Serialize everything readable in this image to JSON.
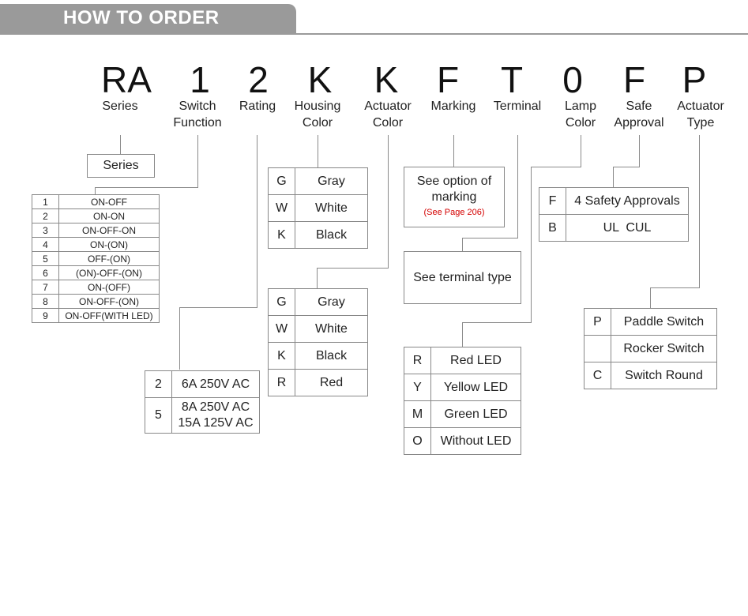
{
  "header": {
    "title": "HOW TO ORDER"
  },
  "codes": [
    "RA",
    "1",
    "2",
    "K",
    "K",
    "F",
    "T",
    "0",
    "F",
    "P"
  ],
  "labels": [
    "Series",
    "Switch\nFunction",
    "Rating",
    "Housing\nColor",
    "Actuator\nColor",
    "Marking",
    "Terminal",
    "Lamp\nColor",
    "Safe\nApproval",
    "Actuator\nType"
  ],
  "series_box": "Series",
  "switch_function": [
    {
      "k": "1",
      "v": "ON-OFF"
    },
    {
      "k": "2",
      "v": "ON-ON"
    },
    {
      "k": "3",
      "v": "ON-OFF-ON"
    },
    {
      "k": "4",
      "v": "ON-(ON)"
    },
    {
      "k": "5",
      "v": "OFF-(ON)"
    },
    {
      "k": "6",
      "v": "(ON)-OFF-(ON)"
    },
    {
      "k": "7",
      "v": "ON-(OFF)"
    },
    {
      "k": "8",
      "v": "ON-OFF-(ON)"
    },
    {
      "k": "9",
      "v": "ON-OFF(WITH LED)"
    }
  ],
  "rating": [
    {
      "k": "2",
      "v": "6A 250V AC"
    },
    {
      "k": "5",
      "v": "8A 250V AC\n15A 125V AC"
    }
  ],
  "housing_color": [
    {
      "k": "G",
      "v": "Gray"
    },
    {
      "k": "W",
      "v": "White"
    },
    {
      "k": "K",
      "v": "Black"
    }
  ],
  "actuator_color": [
    {
      "k": "G",
      "v": "Gray"
    },
    {
      "k": "W",
      "v": "White"
    },
    {
      "k": "K",
      "v": "Black"
    },
    {
      "k": "R",
      "v": "Red"
    }
  ],
  "marking": {
    "text": "See option of\nmarking",
    "note": "(See Page 206)",
    "note_color": "#d40000"
  },
  "terminal": {
    "text": "See terminal type"
  },
  "lamp_color": [
    {
      "k": "R",
      "v": "Red LED"
    },
    {
      "k": "Y",
      "v": "Yellow LED"
    },
    {
      "k": "M",
      "v": "Green LED"
    },
    {
      "k": "O",
      "v": "Without LED"
    }
  ],
  "safe_approval": [
    {
      "k": "F",
      "v": "4 Safety Approvals"
    },
    {
      "k": "B",
      "v": "UL  CUL"
    }
  ],
  "actuator_type": [
    {
      "k": "P",
      "v": "Paddle Switch"
    },
    {
      "k": "",
      "v": "Rocker Switch"
    },
    {
      "k": "C",
      "v": "Switch Round"
    }
  ]
}
